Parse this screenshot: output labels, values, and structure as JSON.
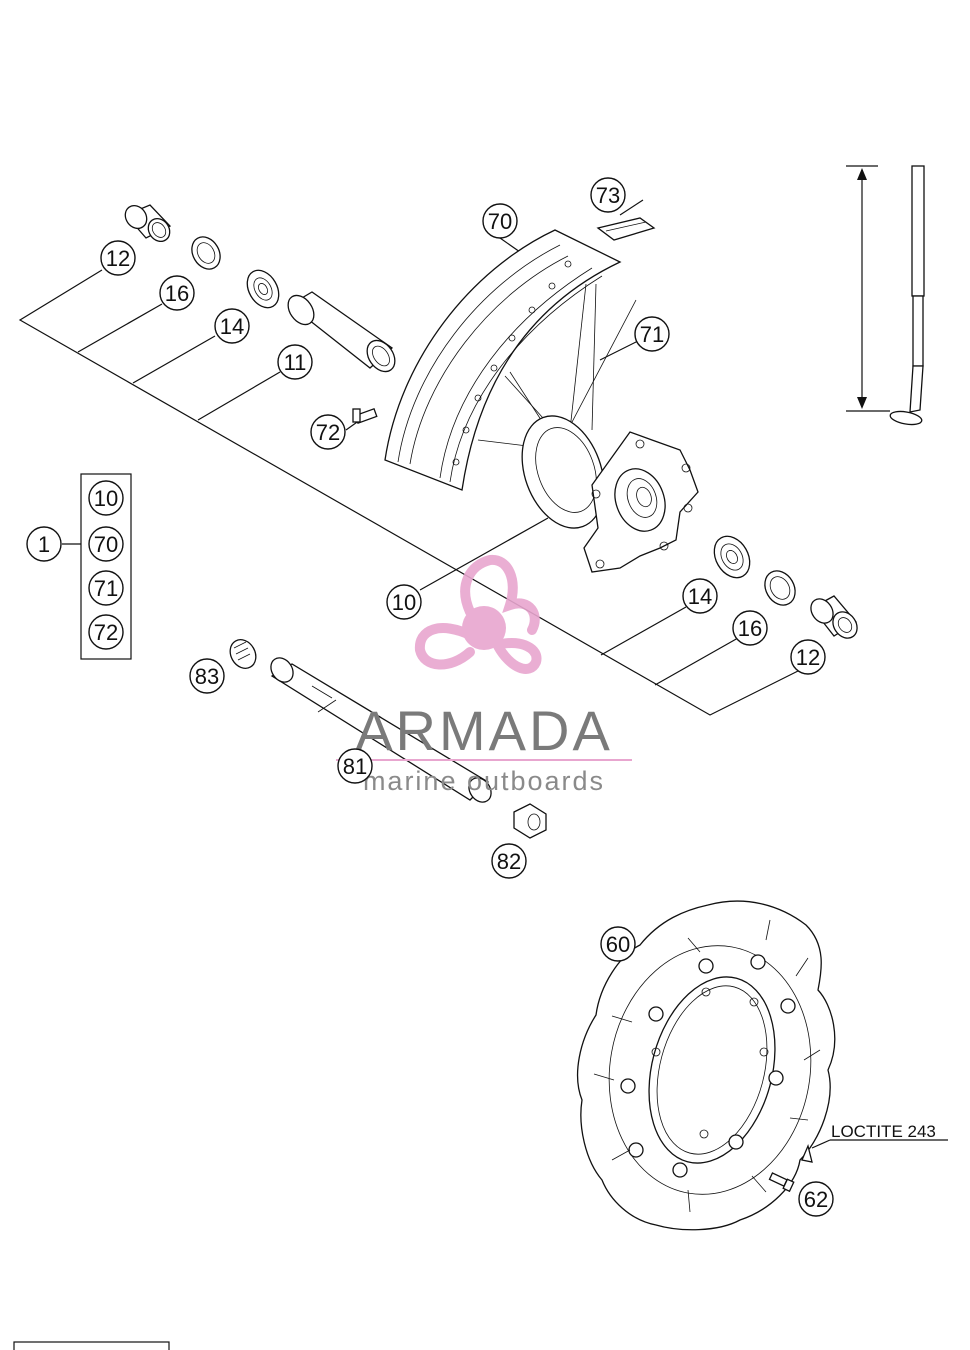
{
  "callouts": {
    "c12a": "12",
    "c16a": "16",
    "c14a": "14",
    "c11": "11",
    "c70": "70",
    "c73": "73",
    "c71": "71",
    "c72": "72",
    "c1": "1",
    "k10": "10",
    "k70": "70",
    "k71": "71",
    "k72": "72",
    "c10": "10",
    "c14b": "14",
    "c16b": "16",
    "c12b": "12",
    "c83": "83",
    "c81": "81",
    "c82": "82",
    "c60": "60",
    "c62": "62"
  },
  "note": {
    "loctite": "LOCTITE 243"
  },
  "watermark": {
    "brand": "ARMADA",
    "tagline": "marine outboards"
  },
  "colors": {
    "watermark_pink": "#e8a6cf",
    "watermark_text": "#7a7a7a",
    "line": "#111111"
  }
}
